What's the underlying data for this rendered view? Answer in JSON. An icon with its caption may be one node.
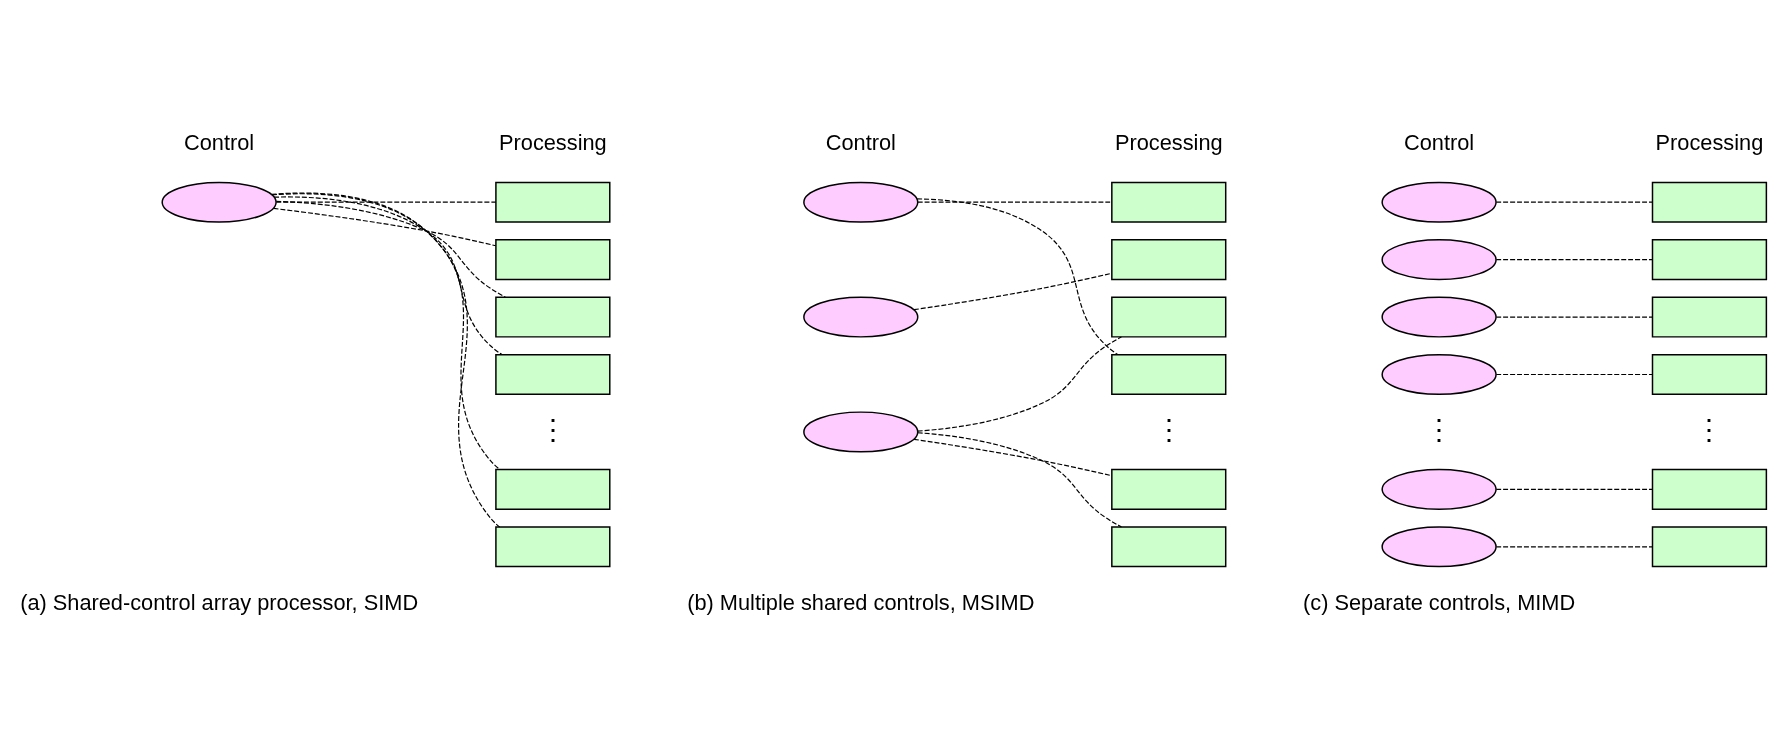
{
  "diagram": {
    "nodes": [
      {
        "text": [],
        "shape": "ellipse"
      },
      {
        "text": [],
        "shape": "box"
      },
      {
        "text": [],
        "shape": "box"
      },
      {
        "text": [],
        "shape": "box"
      },
      {
        "text": [],
        "shape": "box"
      },
      {
        "text": [],
        "shape": "box"
      },
      {
        "text": [],
        "shape": "box"
      },
      {
        "text": [],
        "shape": "ellipse"
      },
      {
        "text": [],
        "shape": "ellipse"
      },
      {
        "text": [],
        "shape": "ellipse"
      },
      {
        "text": [],
        "shape": "box"
      },
      {
        "text": [],
        "shape": "box"
      },
      {
        "text": [],
        "shape": "box"
      },
      {
        "text": [],
        "shape": "box"
      },
      {
        "text": [],
        "shape": "box"
      },
      {
        "text": [],
        "shape": "box"
      },
      {
        "text": [],
        "shape": "ellipse"
      },
      {
        "text": [],
        "shape": "ellipse"
      },
      {
        "text": [],
        "shape": "ellipse"
      },
      {
        "text": [],
        "shape": "ellipse"
      },
      {
        "text": [],
        "shape": "ellipse"
      },
      {
        "text": [],
        "shape": "ellipse"
      },
      {
        "text": [],
        "shape": "box"
      },
      {
        "text": [],
        "shape": "box"
      },
      {
        "text": [],
        "shape": "box"
      },
      {
        "text": [],
        "shape": "box"
      },
      {
        "text": [],
        "shape": "box"
      },
      {
        "text": [],
        "shape": "box"
      }
    ],
    "edges": [
      {
        "from": 0,
        "to": 1,
        "arrow": "none",
        "style": "dashed"
      },
      {
        "from": 0,
        "to": 2,
        "arrow": "none",
        "style": "dashed"
      },
      {
        "from": 0,
        "to": 3,
        "arrow": "none",
        "style": "dashed"
      },
      {
        "from": 0,
        "to": 4,
        "arrow": "none",
        "style": "dashed"
      },
      {
        "from": 0,
        "to": 5,
        "arrow": "none",
        "style": "dashed"
      },
      {
        "from": 0,
        "to": 6,
        "arrow": "none",
        "style": "dashed"
      },
      {
        "from": 7,
        "to": 10,
        "arrow": "none",
        "style": "dashed"
      },
      {
        "from": 7,
        "to": 13,
        "arrow": "none",
        "style": "dashed"
      },
      {
        "from": 8,
        "to": 11,
        "arrow": "none",
        "style": "dashed"
      },
      {
        "from": 9,
        "to": 12,
        "arrow": "none",
        "style": "dashed"
      },
      {
        "from": 9,
        "to": 14,
        "arrow": "none",
        "style": "dashed"
      },
      {
        "from": 9,
        "to": 15,
        "arrow": "none",
        "style": "dashed"
      },
      {
        "from": 16,
        "to": 22,
        "arrow": "none",
        "style": "dashed"
      },
      {
        "from": 17,
        "to": 23,
        "arrow": "none",
        "style": "dashed"
      },
      {
        "from": 18,
        "to": 24,
        "arrow": "none",
        "style": "dashed"
      },
      {
        "from": 19,
        "to": 25,
        "arrow": "none",
        "style": "dashed"
      },
      {
        "from": 20,
        "to": 26,
        "arrow": "none",
        "style": "dashed"
      },
      {
        "from": 21,
        "to": 27,
        "arrow": "none",
        "style": "dashed"
      }
    ],
    "labels": [
      "Control",
      "Processing",
      "Control",
      "Processing",
      "Control",
      "Processing",
      "⋮",
      "⋮",
      "⋮",
      "⋮",
      "(a) Shared-control array processor, SIMD",
      "(b) Multiple shared controls, MSIMD",
      "(c) Separate controls, MIMD"
    ]
  }
}
